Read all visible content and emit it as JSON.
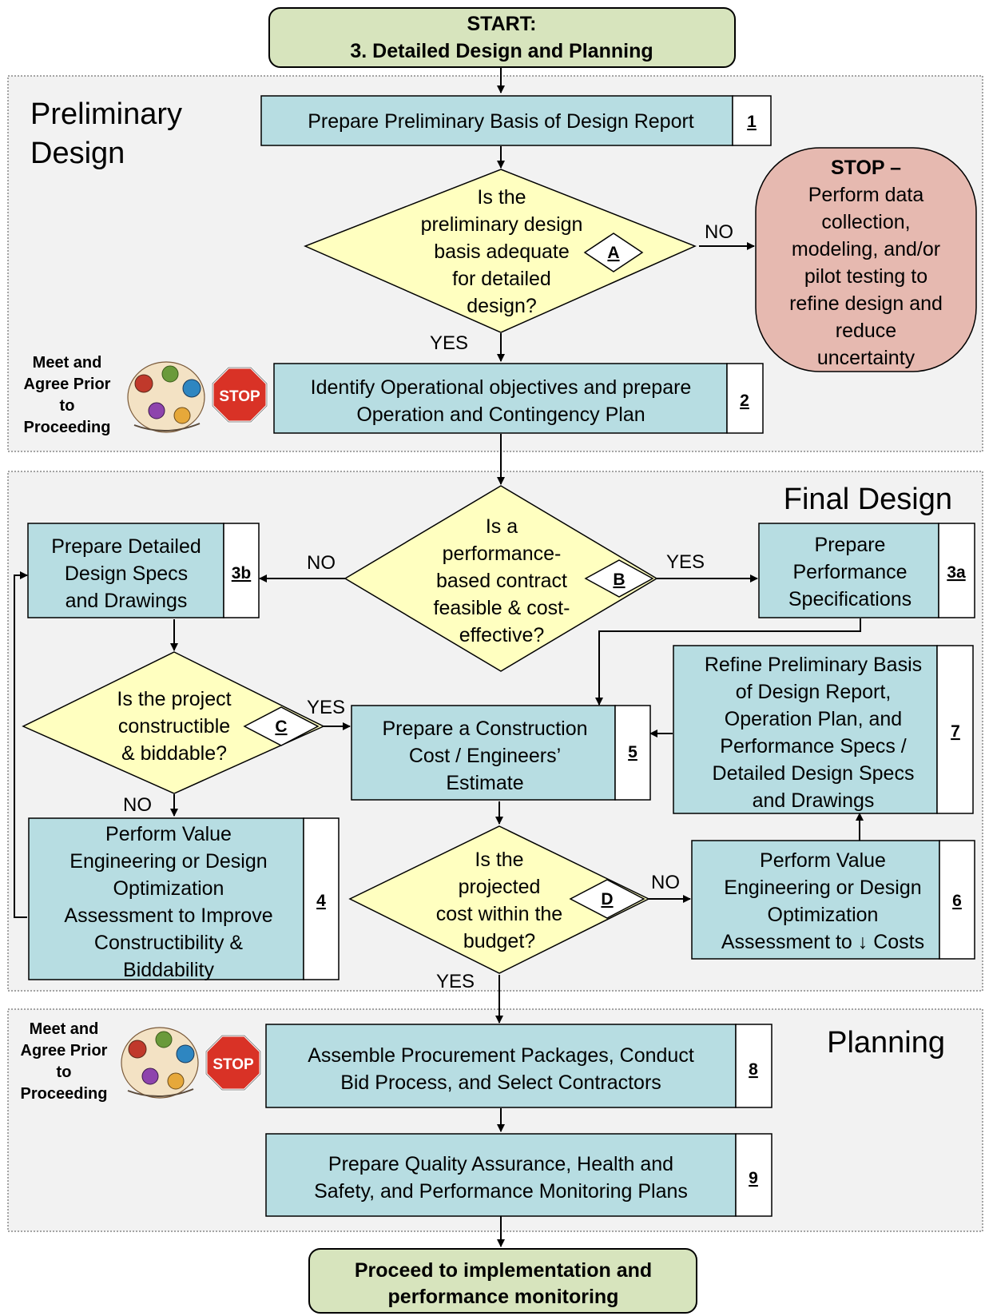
{
  "start": {
    "line1": "START:",
    "line2": "3.  Detailed Design and Planning"
  },
  "sections": {
    "preliminary": [
      "Preliminary",
      "Design"
    ],
    "final": "Final Design",
    "planning": "Planning"
  },
  "meet": {
    "lines": [
      "Meet and",
      "Agree Prior",
      "to",
      "Proceeding"
    ],
    "stop_sign_text": "STOP"
  },
  "steps": {
    "s1": {
      "text": [
        "Prepare Preliminary Basis of Design Report"
      ],
      "num": "1"
    },
    "s2": {
      "text": [
        "Identify Operational objectives and prepare",
        "Operation and Contingency Plan"
      ],
      "num": "2"
    },
    "s3a": {
      "text": [
        "Prepare",
        "Performance",
        "Specifications"
      ],
      "num": "3a"
    },
    "s3b": {
      "text": [
        "Prepare Detailed",
        "Design Specs",
        "and Drawings"
      ],
      "num": "3b"
    },
    "s4": {
      "text": [
        "Perform Value",
        "Engineering or Design",
        "Optimization",
        "Assessment to Improve",
        "Constructibility &",
        "Biddability"
      ],
      "num": "4"
    },
    "s5": {
      "text": [
        "Prepare a Construction",
        "Cost / Engineers’",
        "Estimate"
      ],
      "num": "5"
    },
    "s6": {
      "text": [
        "Perform Value",
        "Engineering or Design",
        "Optimization",
        "Assessment to ↓ Costs"
      ],
      "num": "6"
    },
    "s7": {
      "text": [
        "Refine Preliminary Basis",
        "of Design Report,",
        "Operation Plan, and",
        "Performance Specs /",
        "Detailed Design Specs",
        "and Drawings"
      ],
      "num": "7"
    },
    "s8": {
      "text": [
        "Assemble Procurement Packages, Conduct",
        "Bid Process, and Select Contractors"
      ],
      "num": "8"
    },
    "s9": {
      "text": [
        "Prepare Quality Assurance, Health and",
        "Safety, and Performance Monitoring Plans"
      ],
      "num": "9"
    }
  },
  "decisions": {
    "A": {
      "text": [
        "Is the",
        "preliminary design",
        "basis adequate",
        "for detailed",
        "design?"
      ],
      "label": "A"
    },
    "B": {
      "text": [
        "Is a",
        "performance-",
        "based contract",
        "feasible & cost-",
        "effective?"
      ],
      "label": "B"
    },
    "C": {
      "text": [
        "Is the project",
        "constructible",
        "& biddable?"
      ],
      "label": "C"
    },
    "D": {
      "text": [
        "Is the",
        "projected",
        "cost within the",
        "budget?"
      ],
      "label": "D"
    }
  },
  "stop_box": {
    "title": "STOP –",
    "lines": [
      "Perform data",
      "collection,",
      "modeling, and/or",
      "pilot testing to",
      "refine design and",
      "reduce",
      "uncertainty"
    ]
  },
  "labels": {
    "yes": "YES",
    "no": "NO"
  },
  "end": {
    "line1": "Proceed to implementation and",
    "line2": "performance monitoring"
  },
  "colors": {
    "start_fill": "#d7e4bd",
    "step_fill": "#b7dde2",
    "decision_fill": "#ffffc0",
    "stop_fill": "#e6b9b0",
    "section_fill": "#f2f2f2",
    "stop_sign": "#d93226"
  }
}
